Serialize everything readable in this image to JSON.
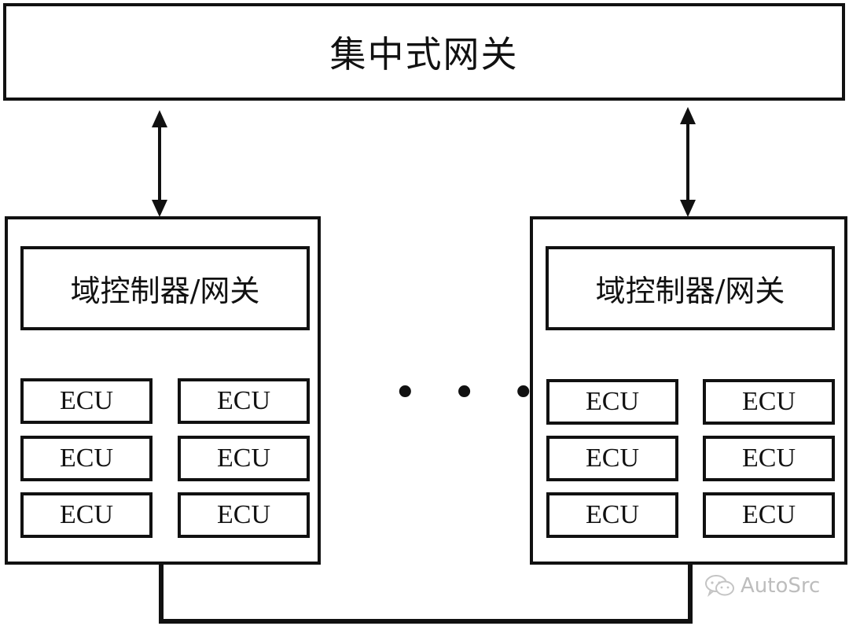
{
  "gateway": {
    "label": "集中式网关"
  },
  "domains": [
    {
      "controller": "域控制器/网关",
      "ecus": [
        "ECU",
        "ECU",
        "ECU",
        "ECU",
        "ECU",
        "ECU"
      ]
    },
    {
      "controller": "域控制器/网关",
      "ecus": [
        "ECU",
        "ECU",
        "ECU",
        "ECU",
        "ECU",
        "ECU"
      ]
    }
  ],
  "ellipsis": "• • •",
  "watermark": {
    "text": "AutoSrc",
    "icon": "wechat-icon"
  },
  "colors": {
    "line": "#111111",
    "watermark": "#bdbdbd"
  }
}
